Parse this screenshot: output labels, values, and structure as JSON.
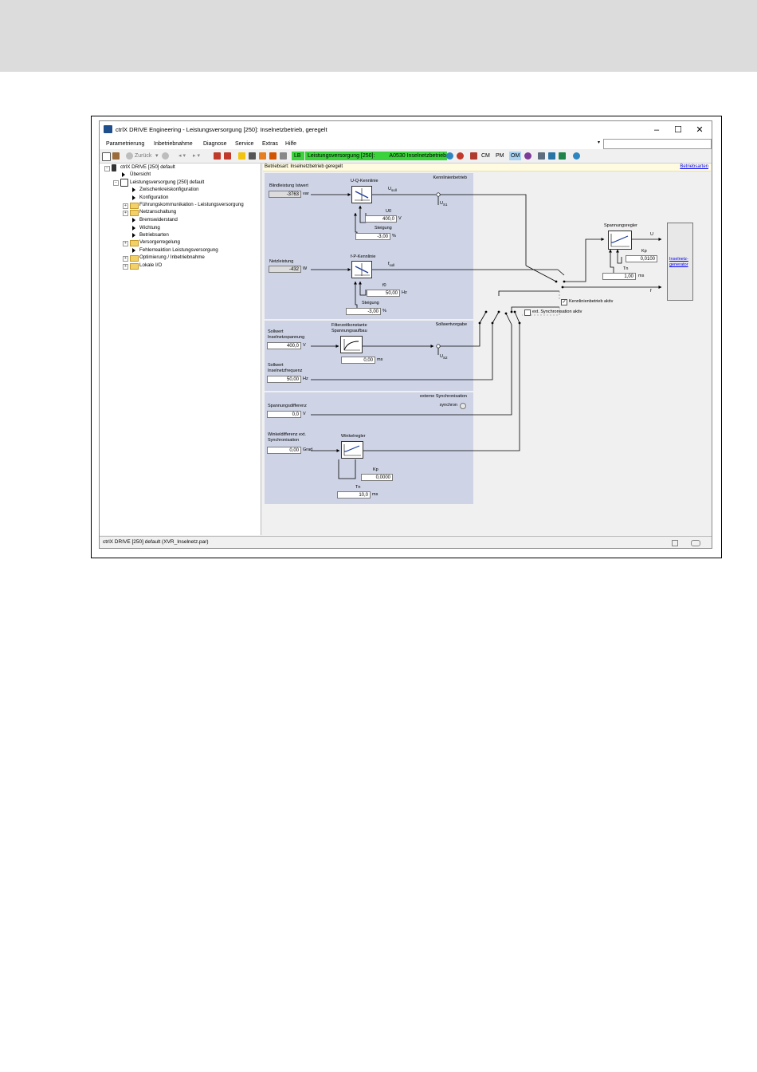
{
  "window": {
    "title": "ctrlX DRIVE Engineering - Leistungsversorgung [250]: Inselnetzbetrieb, geregelt",
    "controls": {
      "minimize": "–",
      "maximize": "☐",
      "close": "✕"
    }
  },
  "menu": {
    "items": [
      "Parametrierung",
      "Inbetriebnahme",
      "Diagnose",
      "Service",
      "Extras",
      "Hilfe"
    ],
    "combo_value": ""
  },
  "toolbar": {
    "back_label": "Zurück",
    "mode_label": "LB",
    "status_text": "Leistungsversorgung [250]:",
    "status_code": "A0530 Inselnetzbetrieb",
    "cm": "CM",
    "pm": "PM",
    "om": "OM"
  },
  "tree": {
    "root": "ctrlX DRIVE [250] default",
    "items": [
      "Übersicht",
      "Leistungsversorgung [250] default",
      "Zwischenkreiskonfiguration",
      "Konfiguration",
      "Führungskommunikation - Leistungsversorgung",
      "Netzanschaltung",
      "Bremswiderstand",
      "Wichtung",
      "Betriebsarten",
      "Versorgerregelung",
      "Fehlerreaktion Leistungsversorgung",
      "Optimierung / Inbetriebnahme",
      "Lokale I/O"
    ]
  },
  "main": {
    "info_text": "Betriebsart: Inselnetzbetrieb geregelt",
    "info_link": "Betriebsarten",
    "kennlinie": {
      "section": "Kennlinienbetrieb",
      "blind_label": "Blindleistung Istwert",
      "blind_value": "-3763",
      "blind_unit": "var",
      "ug_title": "U-Q-Kennlinie",
      "usoll": "U",
      "usoll_sub": "soll",
      "us1": "U",
      "us1_sub": "S1",
      "u0_label": "U0",
      "u0_value": "400,0",
      "u0_unit": "V",
      "steig1_label": "Steigung",
      "steig1_value": "-3,00",
      "steig1_unit": "%",
      "netz_label": "Netzleistung",
      "netz_value": "-432",
      "netz_unit": "W",
      "fp_title": "f-P-Kennlinie",
      "fsoll": "f",
      "fsoll_sub": "soll",
      "f0_label": "f0",
      "f0_value": "50,00",
      "f0_unit": "Hz",
      "steig2_label": "Steigung",
      "steig2_value": "-3,00",
      "steig2_unit": "%"
    },
    "sollwert": {
      "section": "Sollwertvorgabe",
      "filter_title1": "Filterzeitkonstante",
      "filter_title2": "Spannungsaufbau",
      "sp_label1": "Sollwert",
      "sp_label2": "Inselnetzspannung",
      "sp_value": "400,0",
      "sp_unit": "V",
      "filter_value": "0,00",
      "filter_unit": "ms",
      "us2": "U",
      "us2_sub": "S2",
      "fr_label1": "Sollwert",
      "fr_label2": "Inselnetzfrequenz",
      "fr_value": "50,00",
      "fr_unit": "Hz"
    },
    "extsync": {
      "section": "externe Synchronisation",
      "synchron": "synchron",
      "diff_label": "Spannungsdifferenz",
      "diff_value": "0,0",
      "diff_unit": "V",
      "winkel_label1": "Winkeldifferenz ext.",
      "winkel_label2": "Synchronisation",
      "winkel_value": "0,00",
      "winkel_unit": "Grad",
      "wr_title": "Winkelregler",
      "kp_label": "Kp",
      "kp_value": "0,0000",
      "tn_label": "Tn",
      "tn_value": "10,0",
      "tn_unit": "ms"
    },
    "right": {
      "sr_title": "Spannungsregler",
      "u_out": "U",
      "kp_label": "Kp",
      "kp_value": "0,0100",
      "tn_label": "Tn",
      "tn_value": "1,00",
      "tn_unit": "ms",
      "f_out": "f",
      "gen_link1": "Inselnetz-",
      "gen_link2": "generator",
      "chk1_label": "Kennlinienbetrieb aktiv",
      "chk1_checked": "✓",
      "chk2_label": "ext. Synchronisation aktiv"
    }
  },
  "status": {
    "text": "ctrlX DRIVE [250] default (XVR_Inselnetz.par)"
  },
  "colors": {
    "panel": "#ced4e6",
    "status_green": "#3cd23c",
    "link": "#0000ee"
  }
}
